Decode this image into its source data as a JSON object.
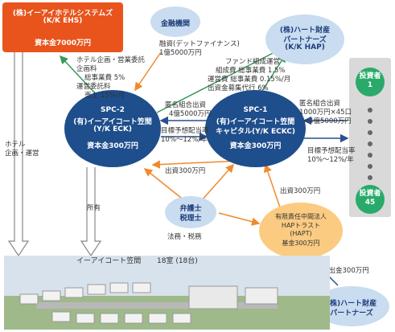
{
  "nodes": {
    "ehs": {
      "line1": "(株)イーアイホテルシステムズ",
      "line2": "(K/K EHS)",
      "line3": "資本金7000万円"
    },
    "bank": {
      "label": "金融機関"
    },
    "hap": {
      "line1": "(株)ハート財産",
      "line2": "パートナーズ",
      "line3": "(K/K HAP)"
    },
    "spc2": {
      "line1": "SPC-2",
      "line2": "(有)イーアイコート笠間",
      "line3": "(Y/K ECK)",
      "line4": "資本金300万円"
    },
    "spc1": {
      "line1": "SPC-1",
      "line2": "(有)イーアイコート笠間",
      "line3": "キャピタル(Y/K ECKC)",
      "line4": "資本金300万円"
    },
    "lawyer": {
      "line1": "弁護士",
      "line2": "税理士"
    },
    "trust": {
      "line1": "有限責任中間法人",
      "line2": "HAPトラスト",
      "line3": "(HAPT)",
      "line4": "基金300万円"
    },
    "hap2": {
      "line1": "(株)ハート財産",
      "line2": "パートナーズ"
    },
    "investor_top": {
      "line1": "投資者",
      "line2": "1"
    },
    "investor_bottom": {
      "line1": "投資者",
      "line2": "45"
    }
  },
  "labels": {
    "loan": [
      "融資(デットファイナンス)",
      "1億5000万円"
    ],
    "hotel_fees": [
      "ホテル企画・営業委託",
      "企画料",
      "総事業費 5%",
      "運営委託料",
      "売上 15%/月"
    ],
    "fund_fees": [
      "ファンド組成運営",
      "組成費  総事業費 1.5%",
      "運営費  総事業費 0.15%/月",
      "出資金募集代行    6%"
    ],
    "tk_spc2": [
      "匿名組合出資",
      "4億5000万円"
    ],
    "target_spc2": [
      "目標予想配当率",
      "10%〜12%/年"
    ],
    "invest_300_spc1": "出資300万円",
    "tk_investors": [
      "匿名組合出資",
      "1000万円×45口",
      "=4億5000万円"
    ],
    "target_investors": [
      "目標予想配当率",
      "10%〜12%/年"
    ],
    "invest_300_trust": "出資300万円",
    "hotel_ops": [
      "ホテル",
      "企画・運営"
    ],
    "ownership": "所有",
    "legal_tax": "法務・税務",
    "contribution": "拠出金300万円",
    "property": "イーアイコート笠間",
    "rooms": "18室 (18台)"
  }
}
